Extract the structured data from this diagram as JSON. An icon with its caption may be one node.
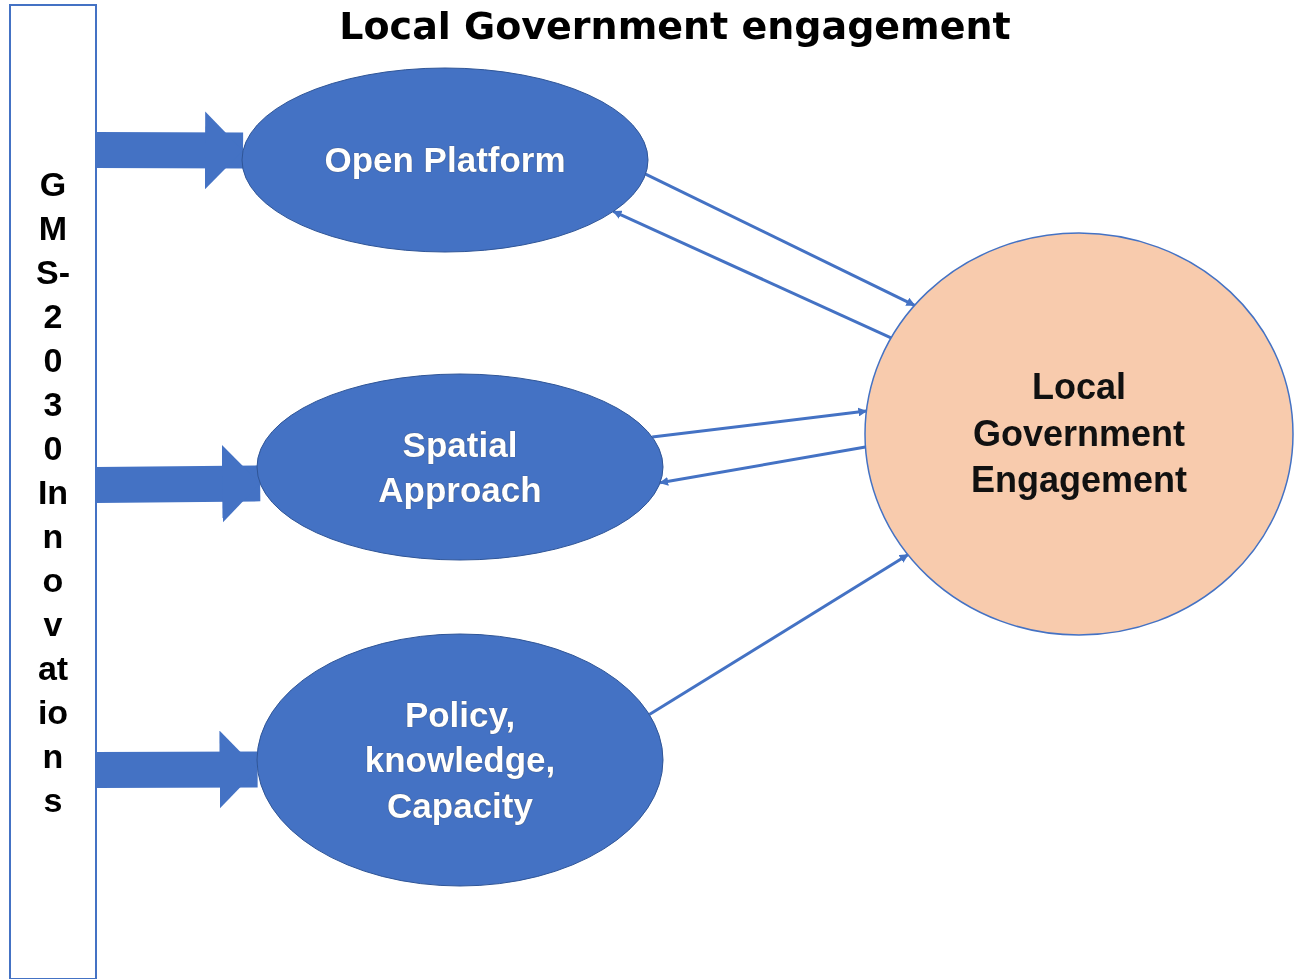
{
  "diagram": {
    "title": "Local Government engagement",
    "nodes": [
      {
        "text": [
          "GMS-2030 Innovations"
        ]
      },
      {
        "text": [
          "Open Platform"
        ]
      },
      {
        "text": [
          "Spatial Approach"
        ]
      },
      {
        "text": [
          "Policy, knowledge, Capacity"
        ]
      },
      {
        "text": [
          "Local Government Engagement"
        ]
      }
    ],
    "edges": [
      {
        "from": 0,
        "to": 1,
        "arrow": "to",
        "style": "thick"
      },
      {
        "from": 0,
        "to": 2,
        "arrow": "to",
        "style": "thick"
      },
      {
        "from": 0,
        "to": 3,
        "arrow": "to",
        "style": "thick"
      },
      {
        "from": 1,
        "to": 4,
        "arrow": "to"
      },
      {
        "from": 4,
        "to": 1,
        "arrow": "to"
      },
      {
        "from": 2,
        "to": 4,
        "arrow": "to"
      },
      {
        "from": 4,
        "to": 2,
        "arrow": "to"
      },
      {
        "from": 3,
        "to": 4,
        "arrow": "to"
      }
    ]
  }
}
